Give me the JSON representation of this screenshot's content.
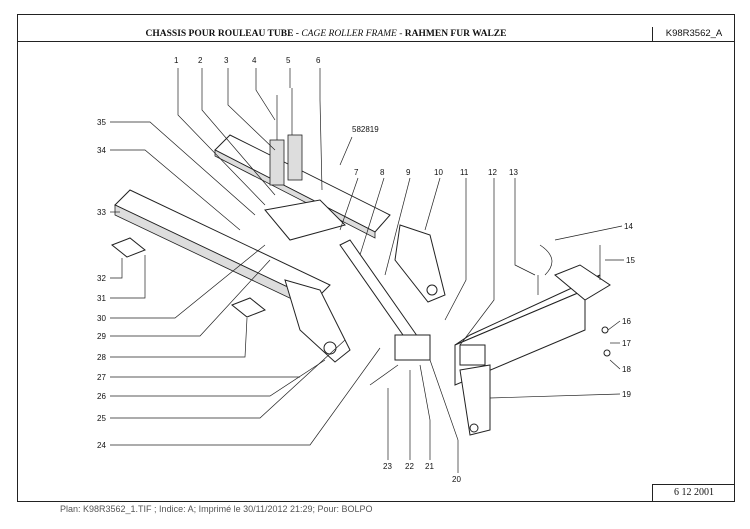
{
  "title": {
    "fr": "CHASSIS POUR ROULEAU TUBE -",
    "en": " CAGE ROLLER FRAME - ",
    "de": "RAHMEN FUR WALZE"
  },
  "reference": "K98R3562_A",
  "date": "6 12 2001",
  "footer": "Plan: K98R3562_1.TIF ; Indice: A; Imprimé le 30/11/2012 21:29; Pour: BOLPO",
  "callouts": {
    "c1": "1",
    "c2": "2",
    "c3": "3",
    "c4": "4",
    "c5": "5",
    "c6": "6",
    "c7": "7",
    "c8": "8",
    "c9": "9",
    "c10": "10",
    "c11": "11",
    "c12": "12",
    "c13": "13",
    "c14": "14",
    "c15": "15",
    "c16": "16",
    "c17": "17",
    "c18": "18",
    "c19": "19",
    "c20": "20",
    "c21": "21",
    "c22": "22",
    "c23": "23",
    "c24": "24",
    "c25": "25",
    "c26": "26",
    "c27": "27",
    "c28": "28",
    "c29": "29",
    "c30": "30",
    "c31": "31",
    "c32": "32",
    "c33": "33",
    "c34": "34",
    "c35": "35",
    "c582819": "582819"
  }
}
